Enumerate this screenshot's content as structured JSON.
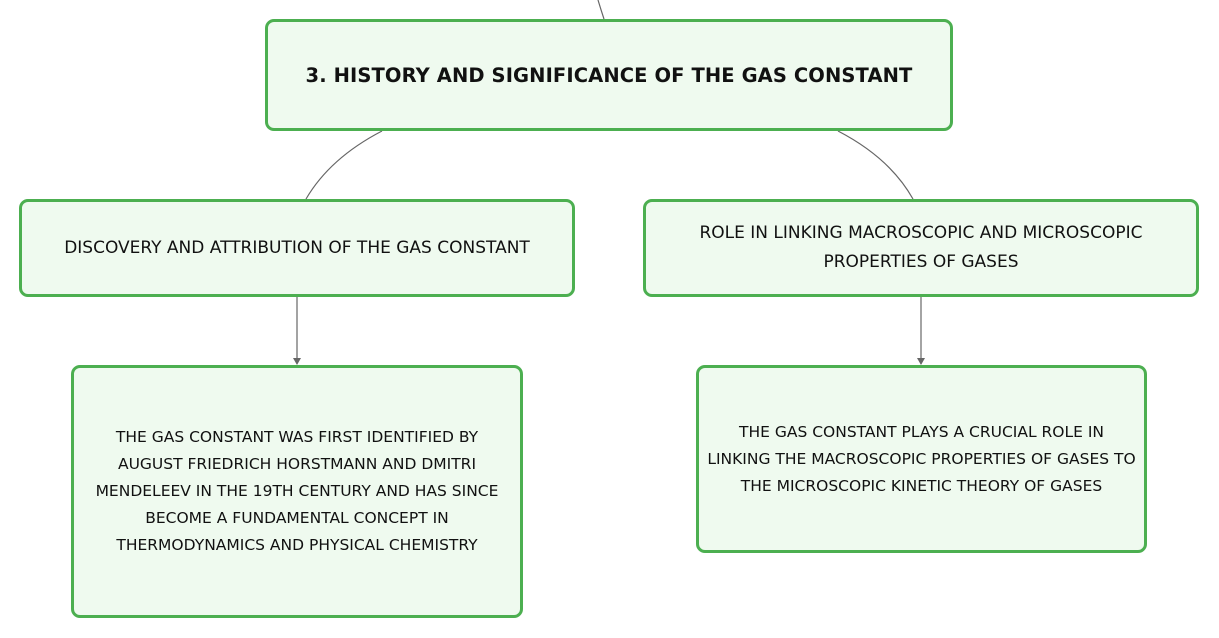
{
  "diagram": {
    "root": {
      "label": "3. HISTORY AND SIGNIFICANCE OF THE GAS CONSTANT"
    },
    "branches": [
      {
        "label": "DISCOVERY AND ATTRIBUTION OF THE GAS CONSTANT",
        "detail": "THE GAS CONSTANT WAS FIRST IDENTIFIED BY AUGUST FRIEDRICH HORSTMANN AND DMITRI MENDELEEV IN THE 19TH CENTURY AND HAS SINCE BECOME A FUNDAMENTAL CONCEPT IN THERMODYNAMICS AND PHYSICAL CHEMISTRY"
      },
      {
        "label": "ROLE IN LINKING MACROSCOPIC AND MICROSCOPIC PROPERTIES OF GASES",
        "detail": "THE GAS CONSTANT PLAYS A CRUCIAL ROLE IN LINKING THE MACROSCOPIC PROPERTIES OF GASES TO THE MICROSCOPIC KINETIC THEORY OF GASES"
      }
    ],
    "colors": {
      "node_border": "#4caf50",
      "node_fill": "#effaef",
      "connector": "#666666",
      "text": "#111111"
    }
  }
}
